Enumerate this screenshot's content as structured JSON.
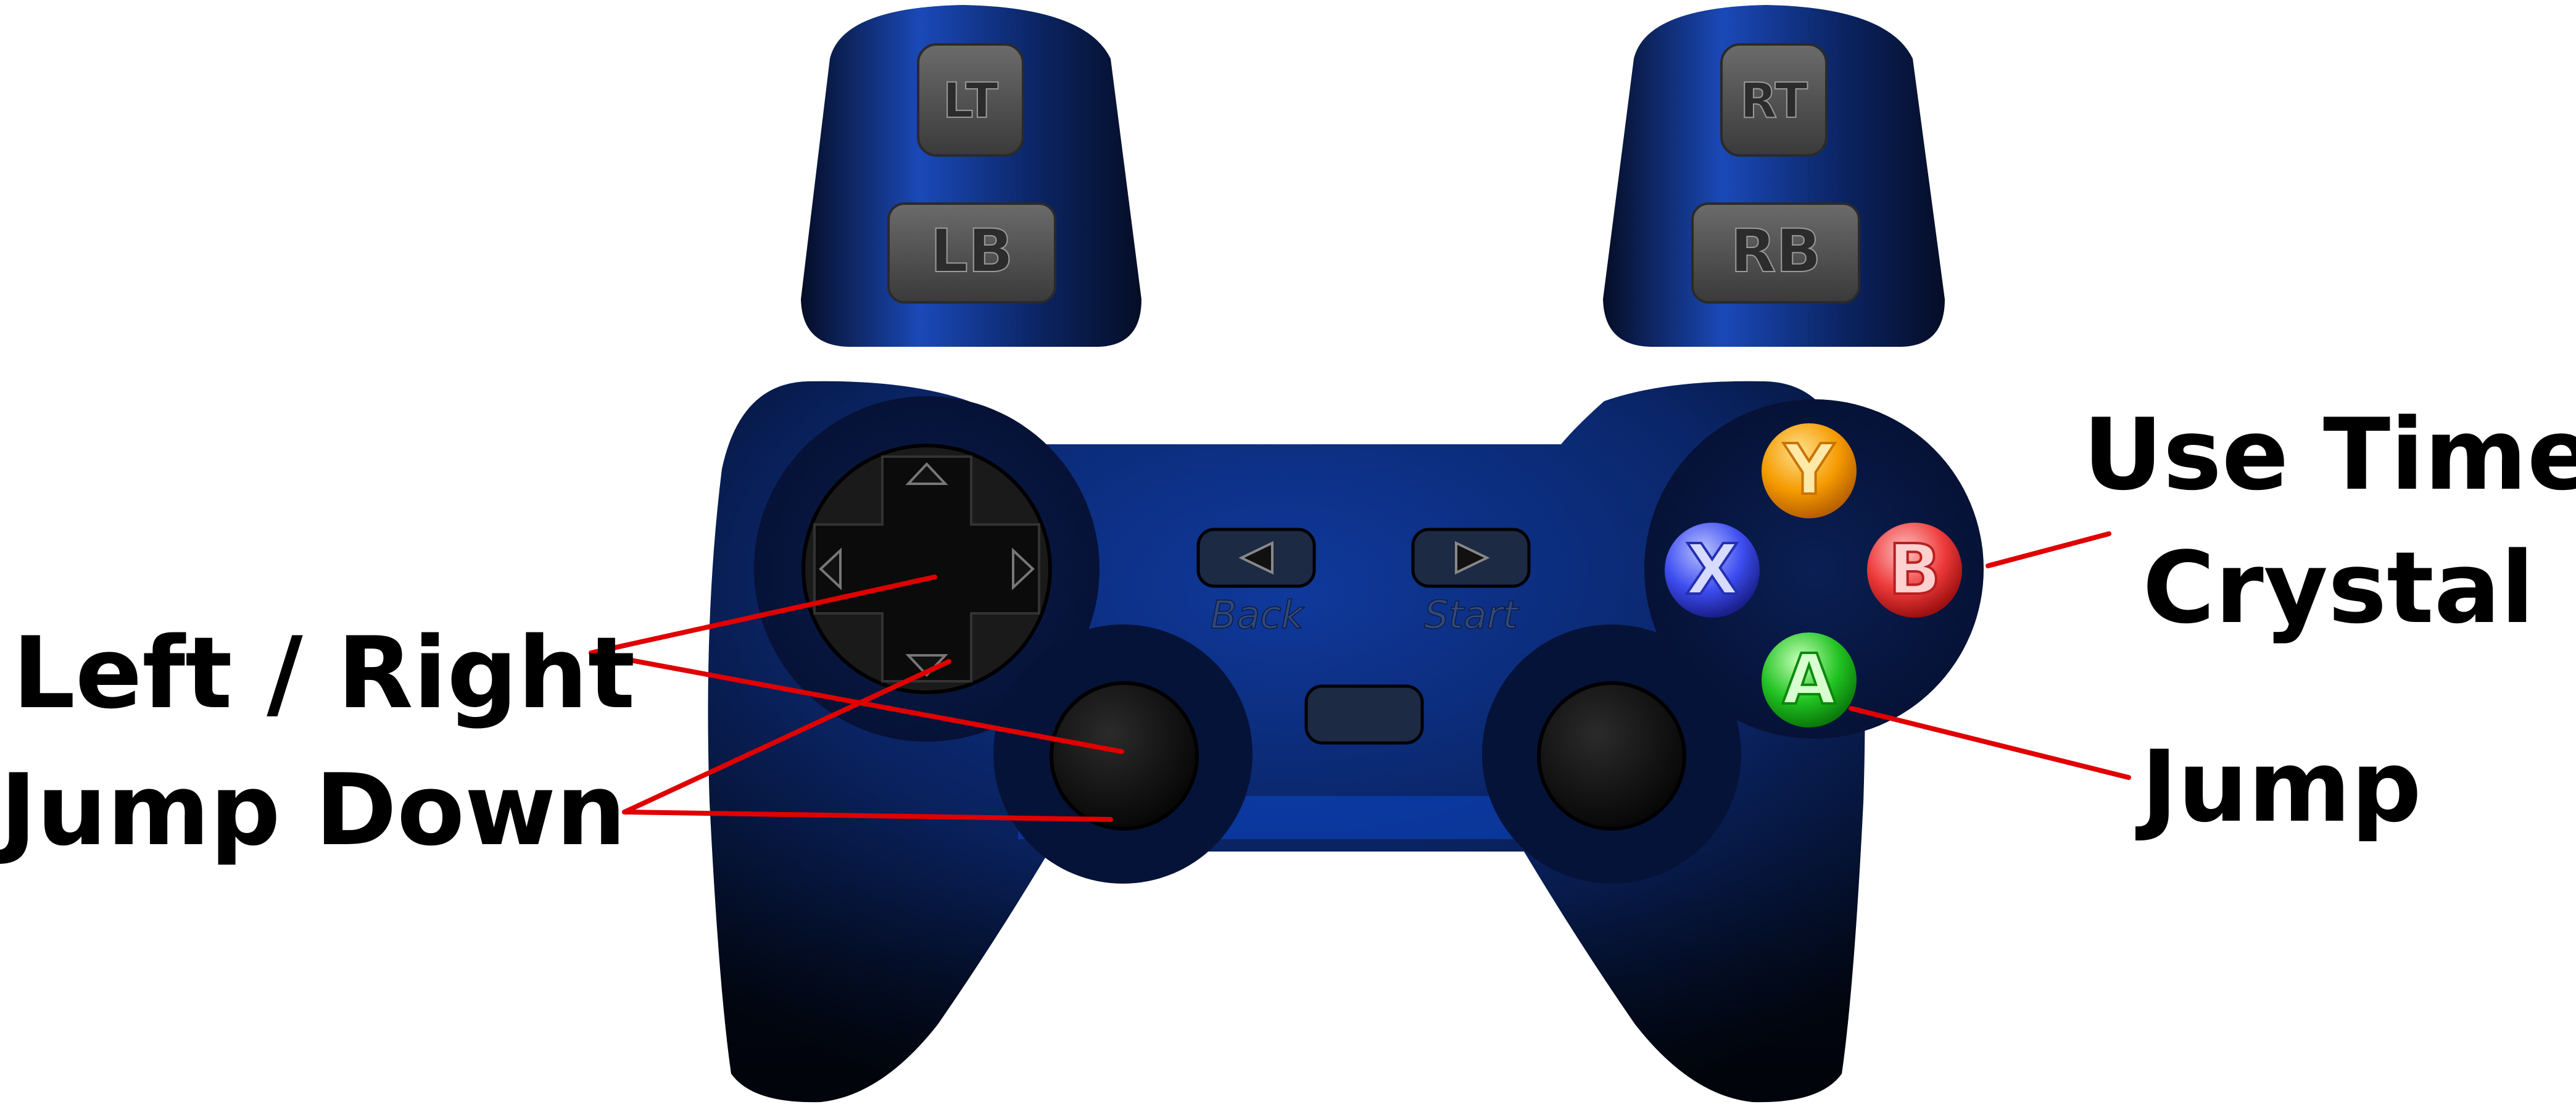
{
  "controller": {
    "shoulder_buttons": {
      "left_trigger": "LT",
      "left_bumper": "LB",
      "right_trigger": "RT",
      "right_bumper": "RB"
    },
    "face_buttons": {
      "y": "Y",
      "x": "X",
      "b": "B",
      "a": "A"
    },
    "center_buttons": {
      "back": "Back",
      "start": "Start"
    },
    "colors": {
      "body": "#0a2466",
      "y_button": "#f59a00",
      "x_button": "#3d4df0",
      "b_button": "#ee3a3a",
      "a_button": "#22c322",
      "callout_line": "#e00000"
    }
  },
  "labels": {
    "left_right": "Left / Right",
    "jump_down": "Jump Down",
    "use_time_crystal_line1": "Use Time",
    "use_time_crystal_line2": "Crystal",
    "jump": "Jump"
  }
}
